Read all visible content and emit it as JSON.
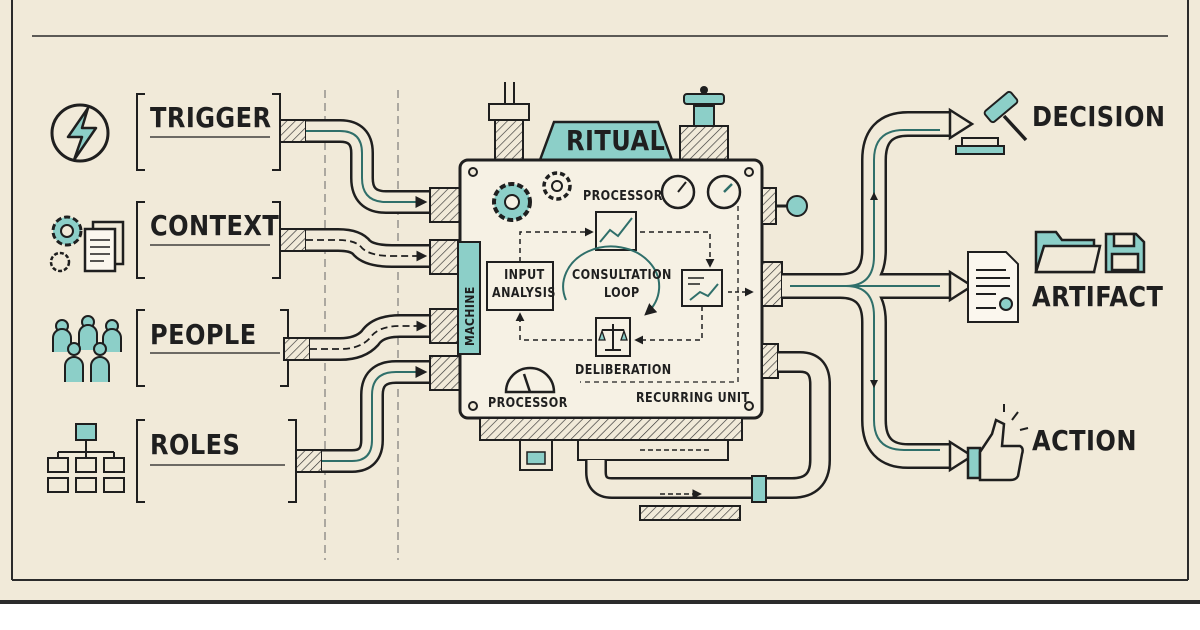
{
  "inputs": {
    "trigger": "TRIGGER",
    "context": "CONTEXT",
    "people": "PEOPLE",
    "roles": "ROLES"
  },
  "machine": {
    "banner": "RITUAL",
    "side_label": "MACHINE",
    "processor_top": "PROCESSOR",
    "input_analysis_line1": "INPUT",
    "input_analysis_line2": "ANALYSIS",
    "consultation_line1": "CONSULTATION",
    "consultation_line2": "LOOP",
    "deliberation": "DELIBERATION",
    "processor_bottom": "PROCESSOR",
    "recurring_unit": "RECURRING UNIT"
  },
  "outputs": {
    "decision": "DECISION",
    "artifact": "ARTIFACT",
    "action": "ACTION"
  },
  "colors": {
    "paper": "#f1ead9",
    "ink": "#1f1f1f",
    "teal": "#8ccfc8",
    "teal_dark": "#2f6f6a"
  },
  "icons": [
    "lightning-icon",
    "gears-document-icon",
    "people-group-icon",
    "org-chart-icon",
    "gavel-icon",
    "document-icon",
    "folder-icon",
    "floppy-disk-icon",
    "thumbs-up-icon",
    "gear-icon",
    "gauge-icon",
    "chart-icon",
    "scales-icon",
    "valve-icon"
  ]
}
